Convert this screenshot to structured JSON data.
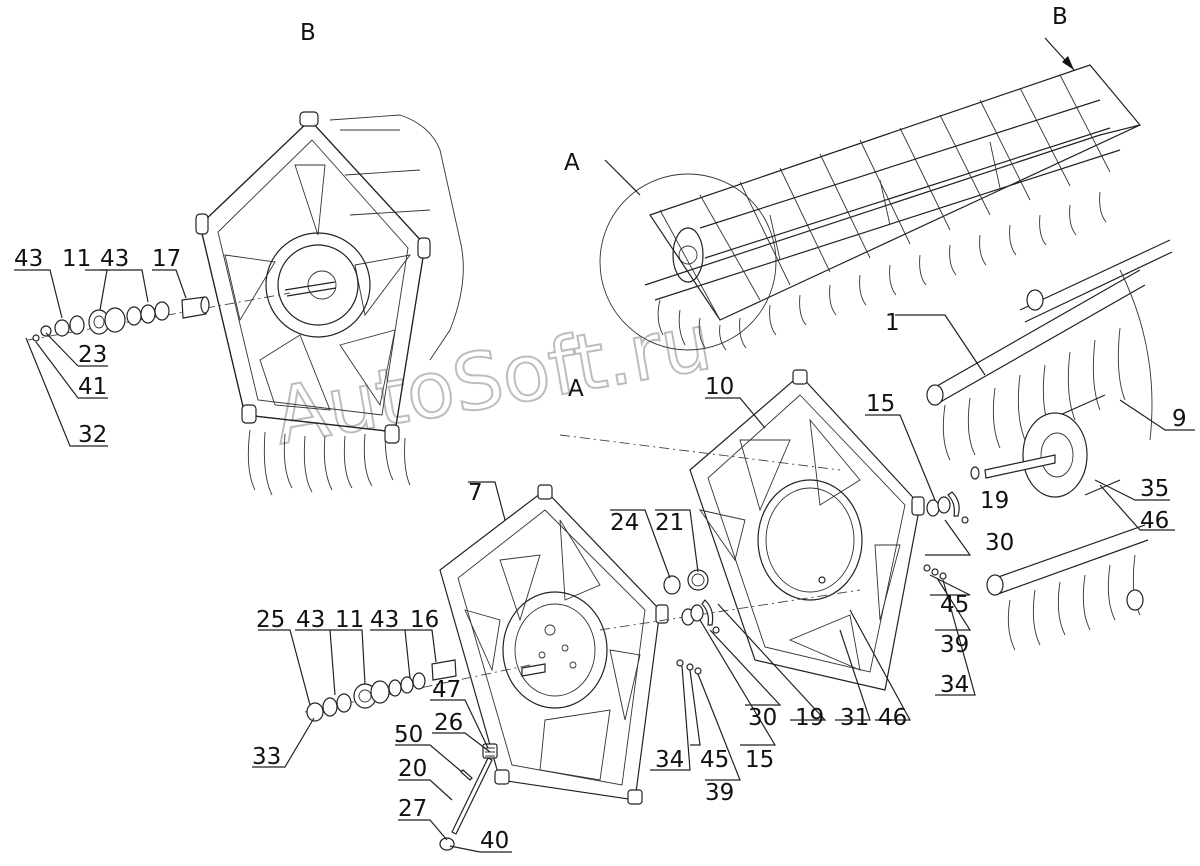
{
  "diagram": {
    "view_labels": {
      "b_top": "B",
      "b_arrow": "B",
      "a_circle": "A",
      "a_mid": "A"
    },
    "watermark": "AutoSoft.ru",
    "callouts": {
      "c43a": "43",
      "c11a": "11",
      "c43b": "43",
      "c17": "17",
      "c23": "23",
      "c41": "41",
      "c32": "32",
      "c10": "10",
      "c15a": "15",
      "c19a": "19",
      "c30a": "30",
      "c1": "1",
      "c9": "9",
      "c35": "35",
      "c46a": "46",
      "c7": "7",
      "c24": "24",
      "c21": "21",
      "c45a": "45",
      "c39a": "39",
      "c34a": "34",
      "c25": "25",
      "c43c": "43",
      "c11b": "11",
      "c43d": "43",
      "c16": "16",
      "c47": "47",
      "c26": "26",
      "c50": "50",
      "c20": "20",
      "c33": "33",
      "c27": "27",
      "c40": "40",
      "c34b": "34",
      "c45b": "45",
      "c15b": "15",
      "c39b": "39",
      "c30b": "30",
      "c19b": "19",
      "c31": "31",
      "c46b": "46"
    }
  }
}
